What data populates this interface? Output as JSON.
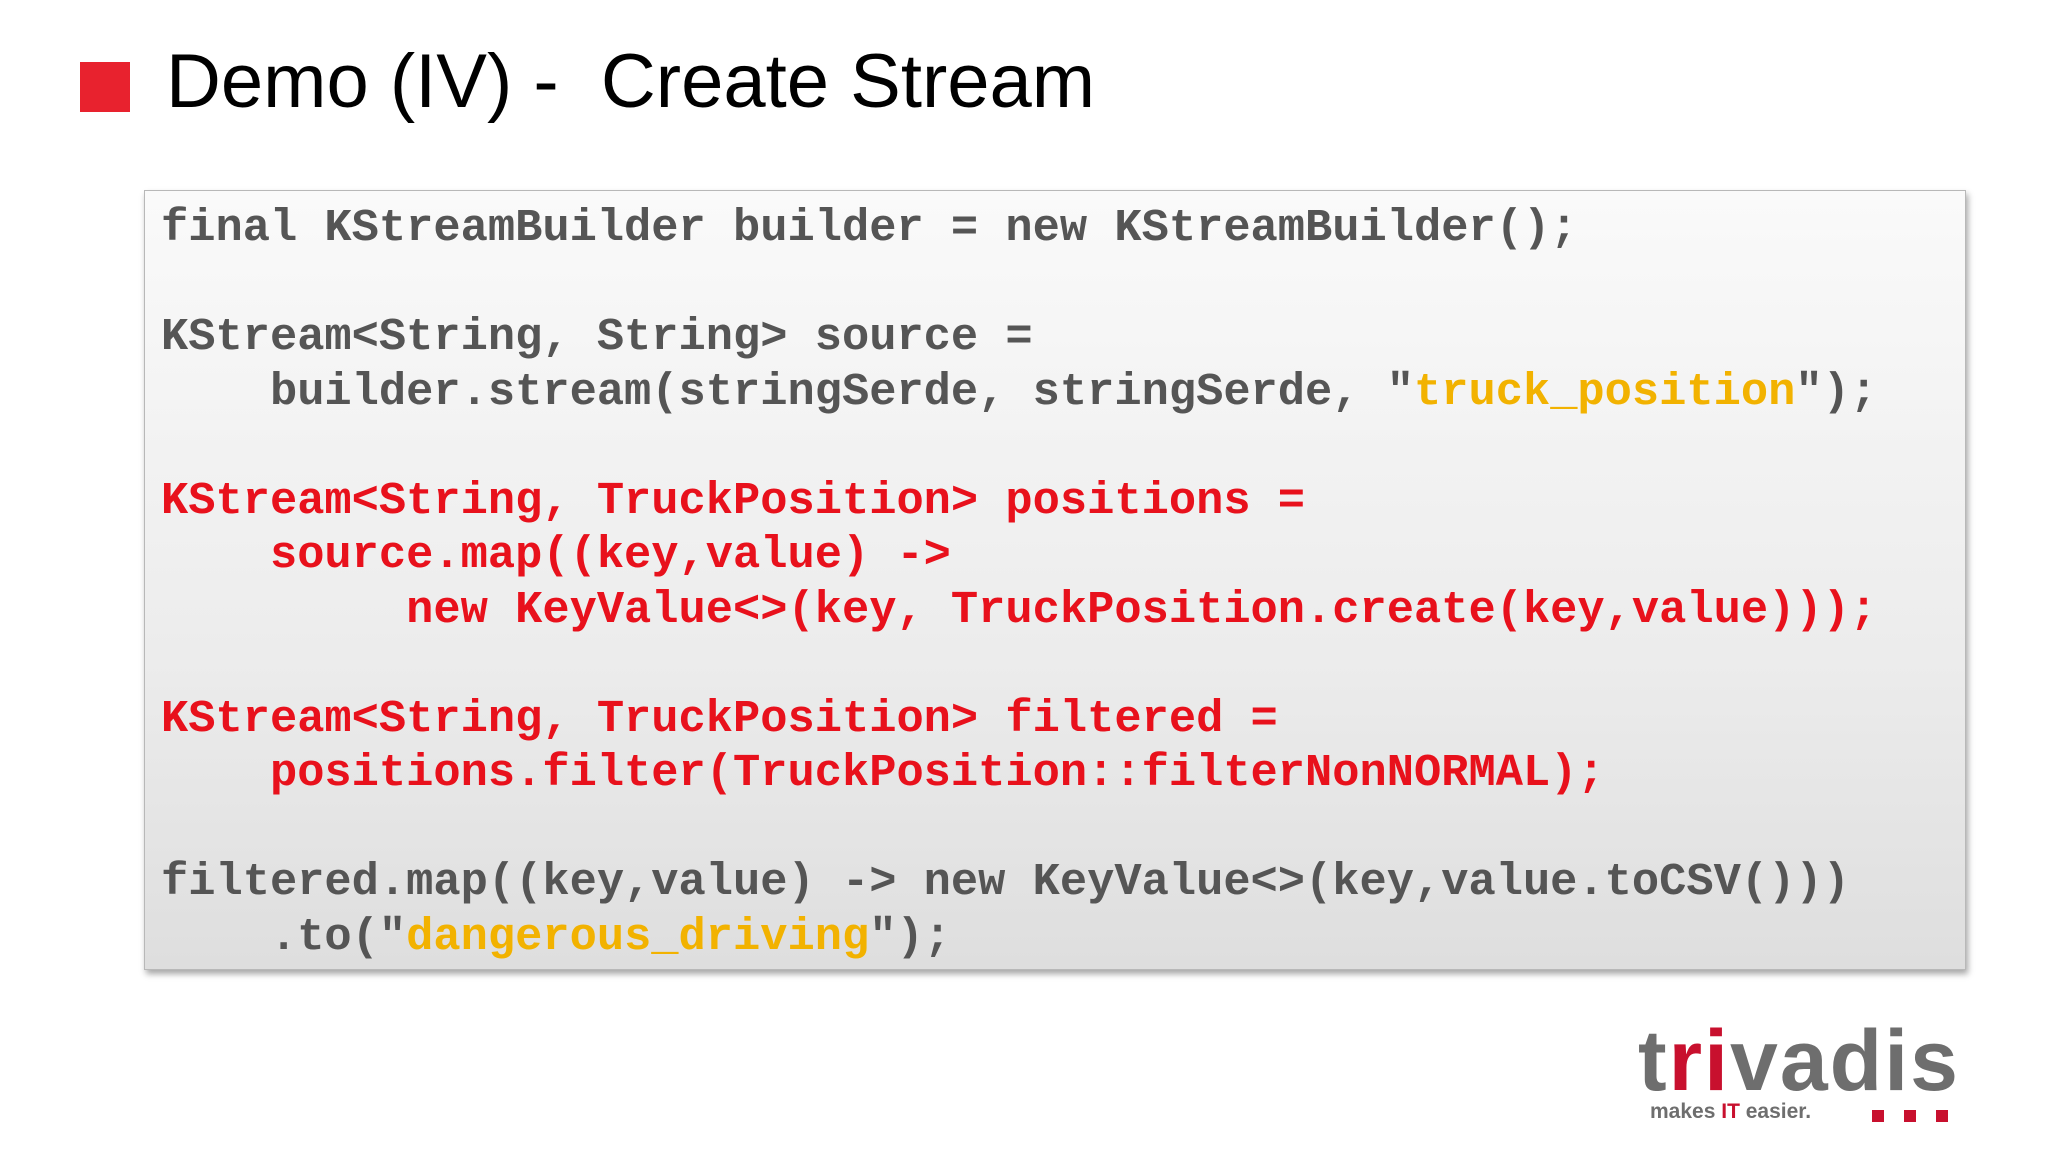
{
  "title": "Demo (IV) -  Create Stream",
  "code": {
    "l1": "final KStreamBuilder builder = new KStreamBuilder();",
    "l2": "",
    "l3": "KStream<String, String> source =",
    "l4_pre": "    builder.stream(stringSerde, stringSerde, \"",
    "l4_str": "truck_position",
    "l4_post": "\");",
    "l5": "",
    "l6": "KStream<String, TruckPosition> positions =",
    "l7": "    source.map((key,value) ->",
    "l8": "         new KeyValue<>(key, TruckPosition.create(key,value)));",
    "l9": "",
    "l10": "KStream<String, TruckPosition> filtered =",
    "l11": "    positions.filter(TruckPosition::filterNonNORMAL);",
    "l12": "",
    "l13": "filtered.map((key,value) -> new KeyValue<>(key,value.toCSV()))",
    "l14_pre": "    .to(\"",
    "l14_str": "dangerous_driving",
    "l14_post": "\");"
  },
  "logo": {
    "word_a": "t",
    "word_b": "ri",
    "word_c": "vadis",
    "tagline_a": "makes ",
    "tagline_b": "IT",
    "tagline_c": " easier."
  },
  "colors": {
    "accent": "#e8222e",
    "code_default": "#555555",
    "code_highlight": "#e8111c",
    "string_literal": "#f2b200"
  }
}
